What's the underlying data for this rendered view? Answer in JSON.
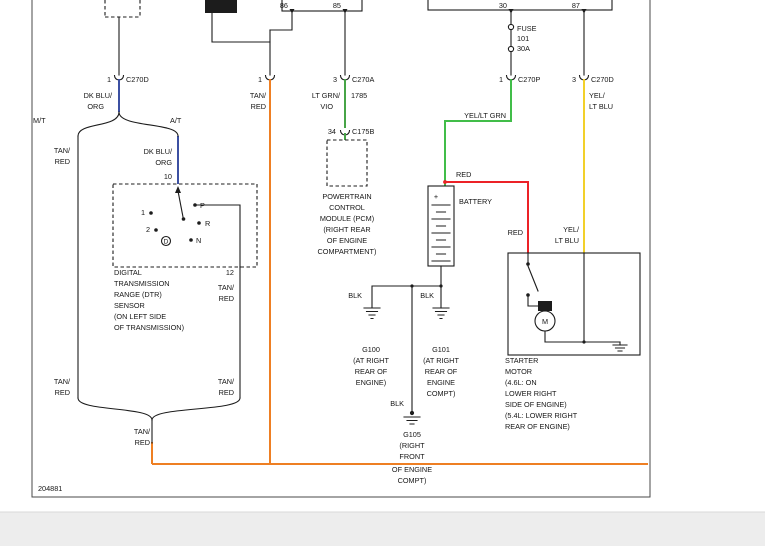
{
  "diagram": {
    "footer_id": "204881",
    "relay_pins": {
      "p86": "86",
      "p85": "85",
      "p30": "30",
      "p87": "87"
    },
    "fuse": {
      "name": "FUSE",
      "number": "101",
      "rating": "30A"
    },
    "connectors": {
      "c270d1_pin": "1",
      "c270d1_name": "C270D",
      "inline1_pin": "1",
      "c270a_pin": "3",
      "c270a_name": "C270A",
      "c270p_pin": "1",
      "c270p_name": "C270P",
      "c270d3_pin": "3",
      "c270d3_name": "C270D",
      "c175b_pin": "34",
      "c175b_name": "C175B",
      "circuit": "1785",
      "dtr_pin_in": "10",
      "dtr_pin_out": "12"
    },
    "wires": {
      "dk_blu": "DK BLU/",
      "org": "ORG",
      "tan": "TAN/",
      "red": "RED",
      "lt_grn": "LT GRN/",
      "vio": "VIO",
      "yel_lt_grn": "YEL/LT GRN",
      "yel": "YEL/",
      "lt_blu": "LT BLU",
      "blk": "BLK"
    },
    "trans": {
      "mt": "M/T",
      "at": "A/T"
    },
    "battery": {
      "label": "BATTERY",
      "plus": "+"
    },
    "dtr_sw": {
      "p": "P",
      "r": "R",
      "n": "N",
      "d": "D",
      "c1": "1",
      "c2": "2"
    },
    "motor": "M",
    "captions": {
      "pcm": [
        "POWERTRAIN",
        "CONTROL",
        "MODULE (PCM)",
        "(RIGHT REAR",
        "OF ENGINE",
        "COMPARTMENT)"
      ],
      "dtr": [
        "DIGITAL",
        "TRANSMISSION",
        "RANGE (DTR)",
        "SENSOR",
        "(ON LEFT SIDE",
        "OF TRANSMISSION)"
      ],
      "starter": [
        "STARTER",
        "MOTOR",
        "(4.6L: ON",
        "LOWER RIGHT",
        "SIDE OF ENGINE)",
        "(5.4L: LOWER RIGHT",
        "REAR OF ENGINE)"
      ],
      "g100": [
        "G100",
        "(AT RIGHT",
        "REAR OF",
        "ENGINE)"
      ],
      "g101": [
        "G101",
        "(AT RIGHT",
        "REAR OF",
        "ENGINE",
        "COMPT)"
      ],
      "g105": [
        "G105",
        "(RIGHT",
        "FRONT",
        "OF ENGINE",
        "COMPT)"
      ]
    },
    "colors": {
      "tan_red": "#ee7f23",
      "dk_blu_org": "#3c50a2",
      "lt_grn_vio": "#47a447",
      "yel_lt_grn": "#41bd49",
      "red": "#ec2227",
      "yel_lt_blu": "#f2d02a"
    }
  }
}
